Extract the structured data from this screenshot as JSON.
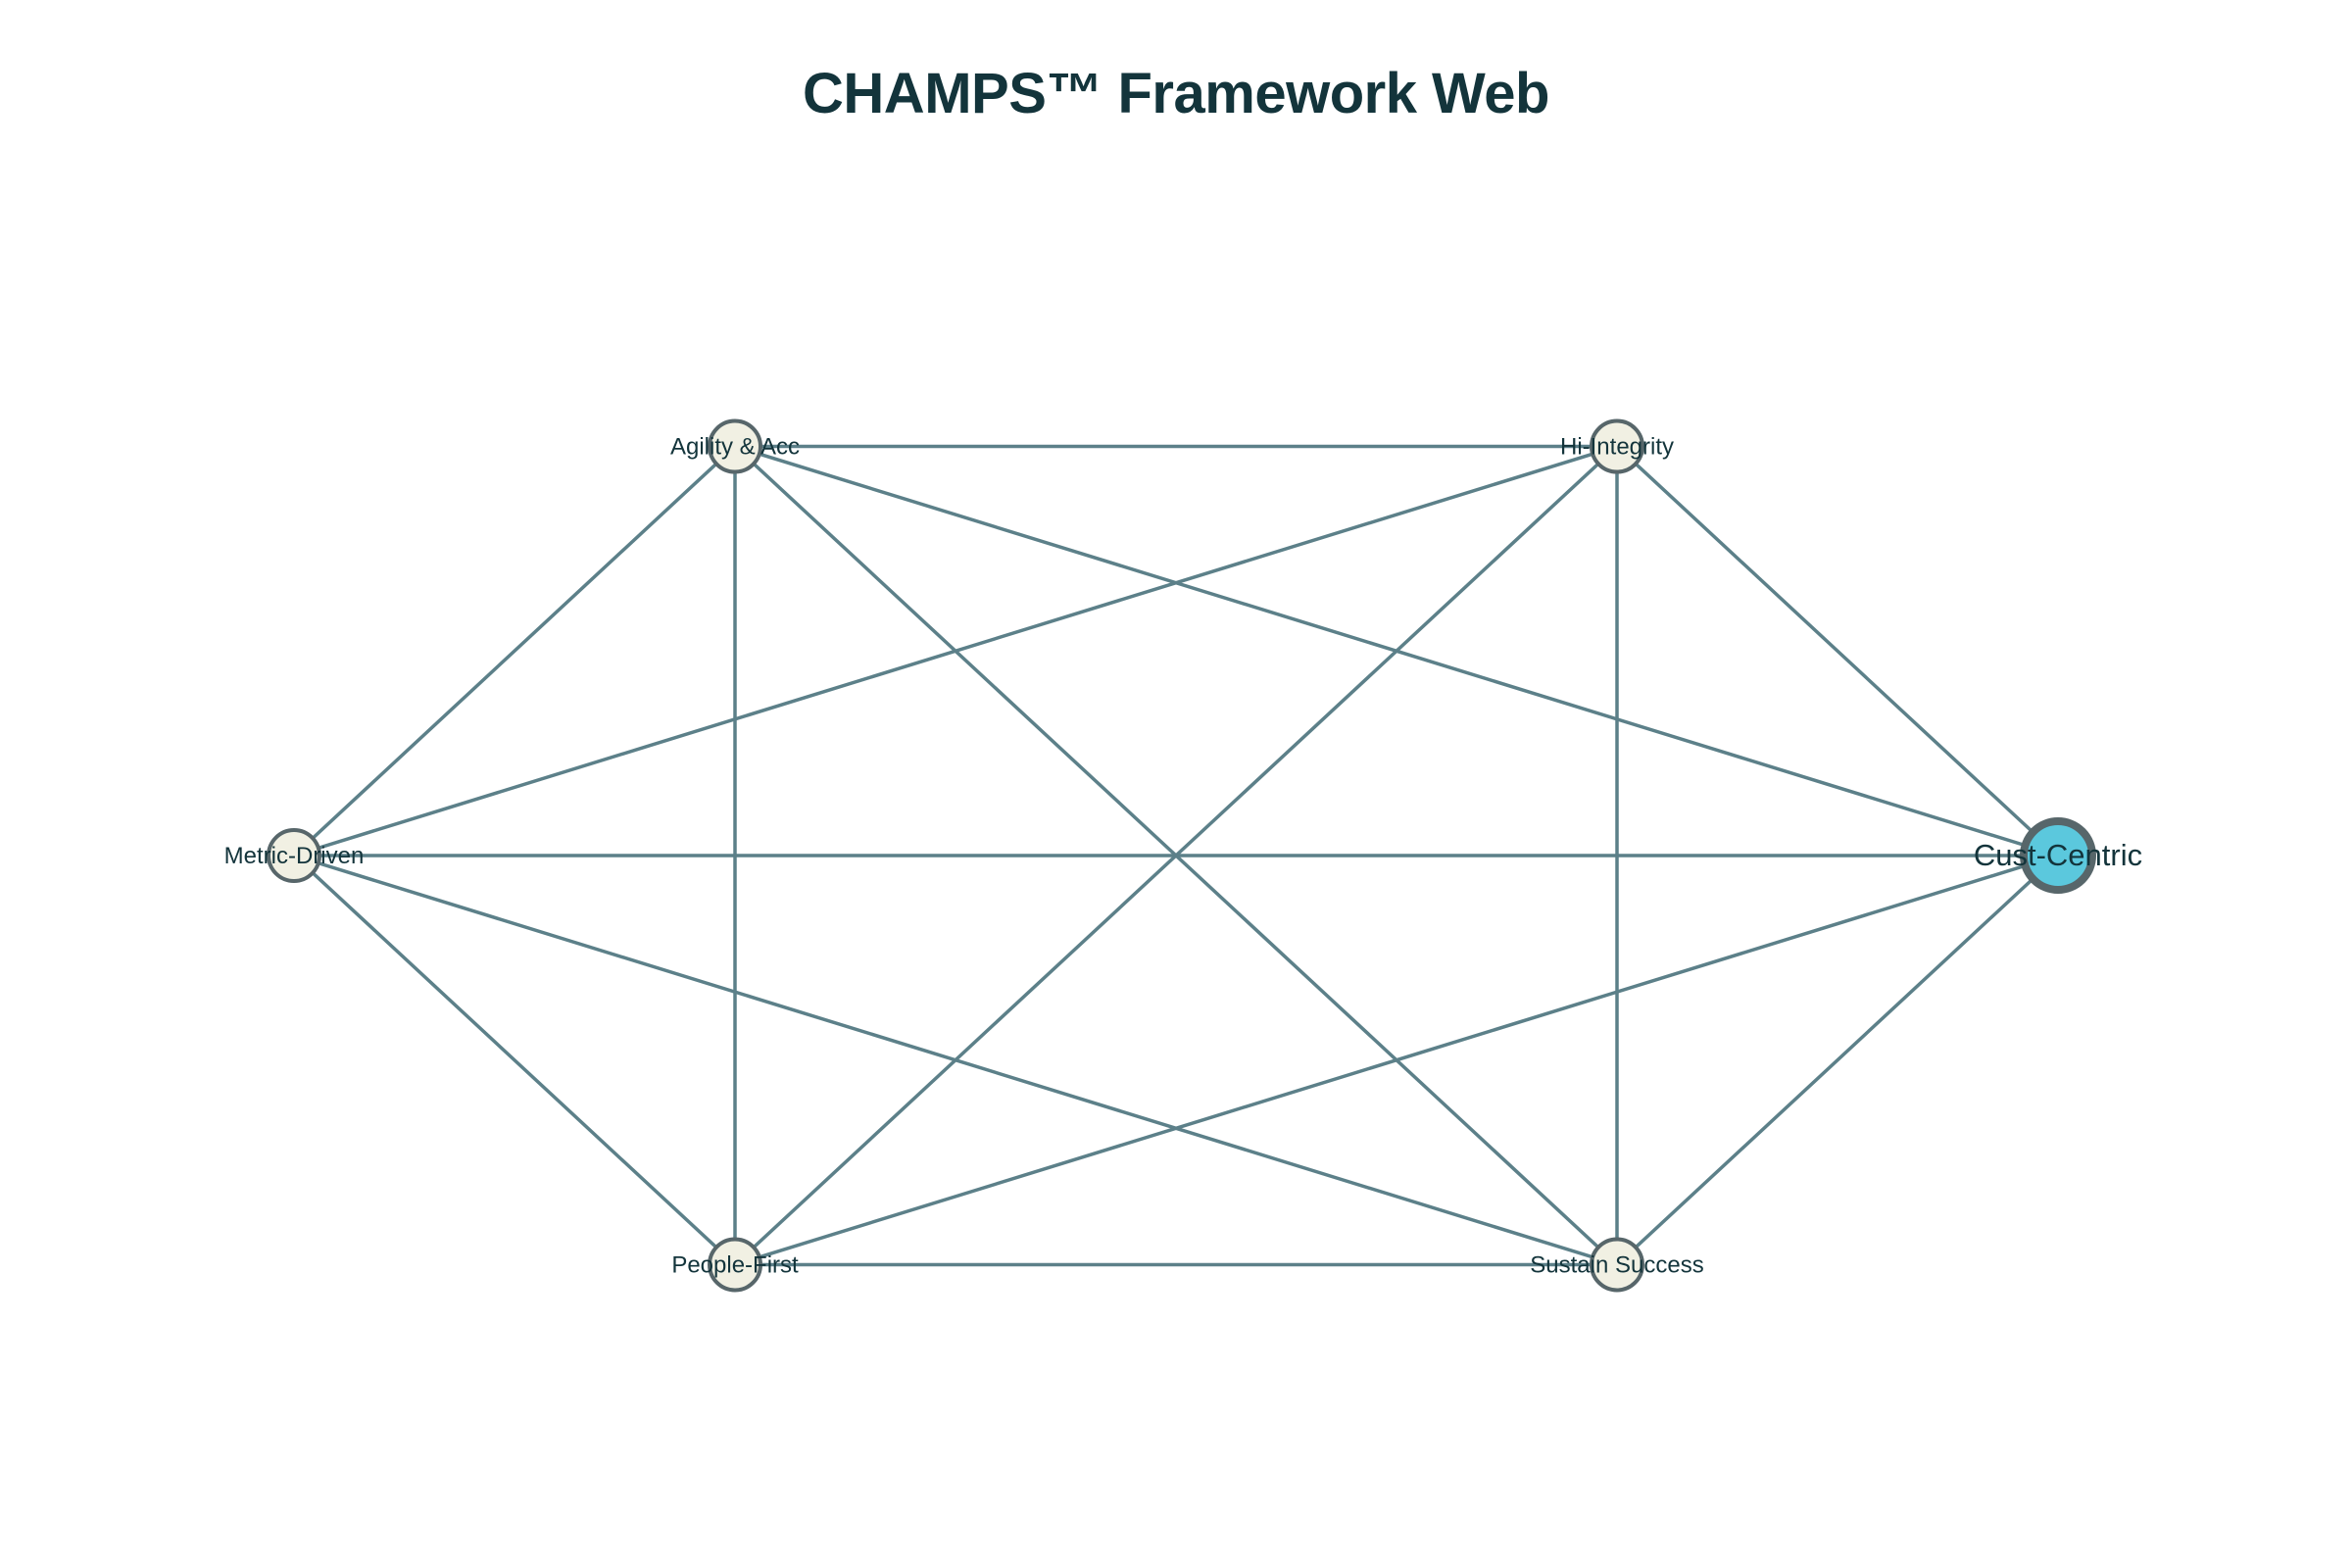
{
  "title": "CHAMPS™ Framework Web",
  "colors": {
    "edge": "#5c8089",
    "node_fill": "#f1f0e3",
    "node_stroke": "#57666a",
    "highlight_fill": "#5bc8dd",
    "text": "#13343b"
  },
  "nodes": [
    {
      "id": "cust",
      "label": "Cust-Centric",
      "highlight": true
    },
    {
      "id": "hi",
      "label": "Hi-Integrity",
      "highlight": false
    },
    {
      "id": "agility",
      "label": "Agility & Acc",
      "highlight": false
    },
    {
      "id": "metric",
      "label": "Metric-Driven",
      "highlight": false
    },
    {
      "id": "people",
      "label": "People-First",
      "highlight": false
    },
    {
      "id": "sustain",
      "label": "Sustain Success",
      "highlight": false
    }
  ],
  "edges": [
    [
      "cust",
      "hi"
    ],
    [
      "cust",
      "agility"
    ],
    [
      "cust",
      "metric"
    ],
    [
      "cust",
      "people"
    ],
    [
      "cust",
      "sustain"
    ],
    [
      "hi",
      "agility"
    ],
    [
      "hi",
      "metric"
    ],
    [
      "hi",
      "people"
    ],
    [
      "hi",
      "sustain"
    ],
    [
      "agility",
      "metric"
    ],
    [
      "agility",
      "people"
    ],
    [
      "agility",
      "sustain"
    ],
    [
      "metric",
      "people"
    ],
    [
      "metric",
      "sustain"
    ],
    [
      "people",
      "sustain"
    ]
  ]
}
